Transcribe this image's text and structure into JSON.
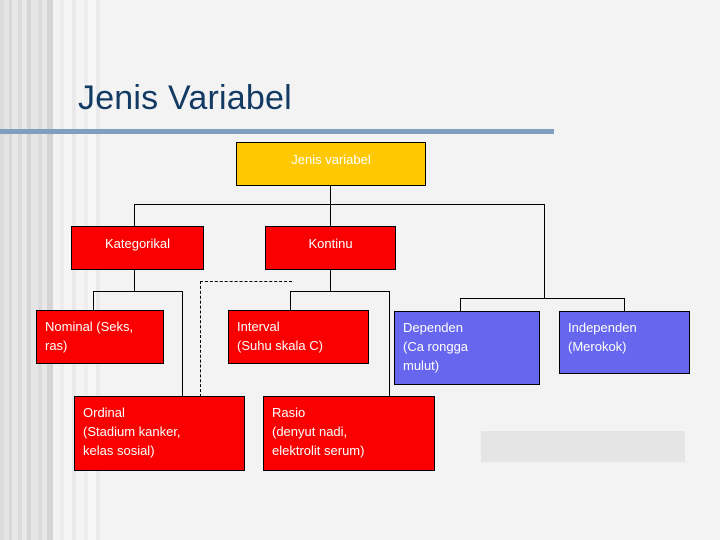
{
  "slide": {
    "title": "Jenis Variabel",
    "background": "#f2f2f2",
    "rule_color": "#7f9ec0"
  },
  "colors": {
    "root_fill": "#ffc800",
    "categorical_fill": "#fa0000",
    "relational_fill": "#6666ee",
    "text": "#ffffff",
    "border": "#000000",
    "title_text": "#123a63"
  },
  "diagram": {
    "type": "tree",
    "root": {
      "label": "Jenis variabel"
    },
    "level2": [
      {
        "label": "Kategorikal"
      },
      {
        "label": "Kontinu"
      }
    ],
    "level3": [
      {
        "line1": "Nominal (Seks,",
        "line2": "ras)"
      },
      {
        "line1": "Interval",
        "line2": "(Suhu skala C)"
      },
      {
        "line1": "Ordinal",
        "line2": "(Stadium kanker,",
        "line3": "kelas sosial)"
      },
      {
        "line1": "Rasio",
        "line2": "(denyut nadi,",
        "line3": "elektrolit serum)"
      }
    ],
    "relational": [
      {
        "line1": "Dependen",
        "line2": "(Ca rongga",
        "line3": "mulut)"
      },
      {
        "line1": "Independen",
        "line2": "(Merokok)"
      }
    ]
  }
}
